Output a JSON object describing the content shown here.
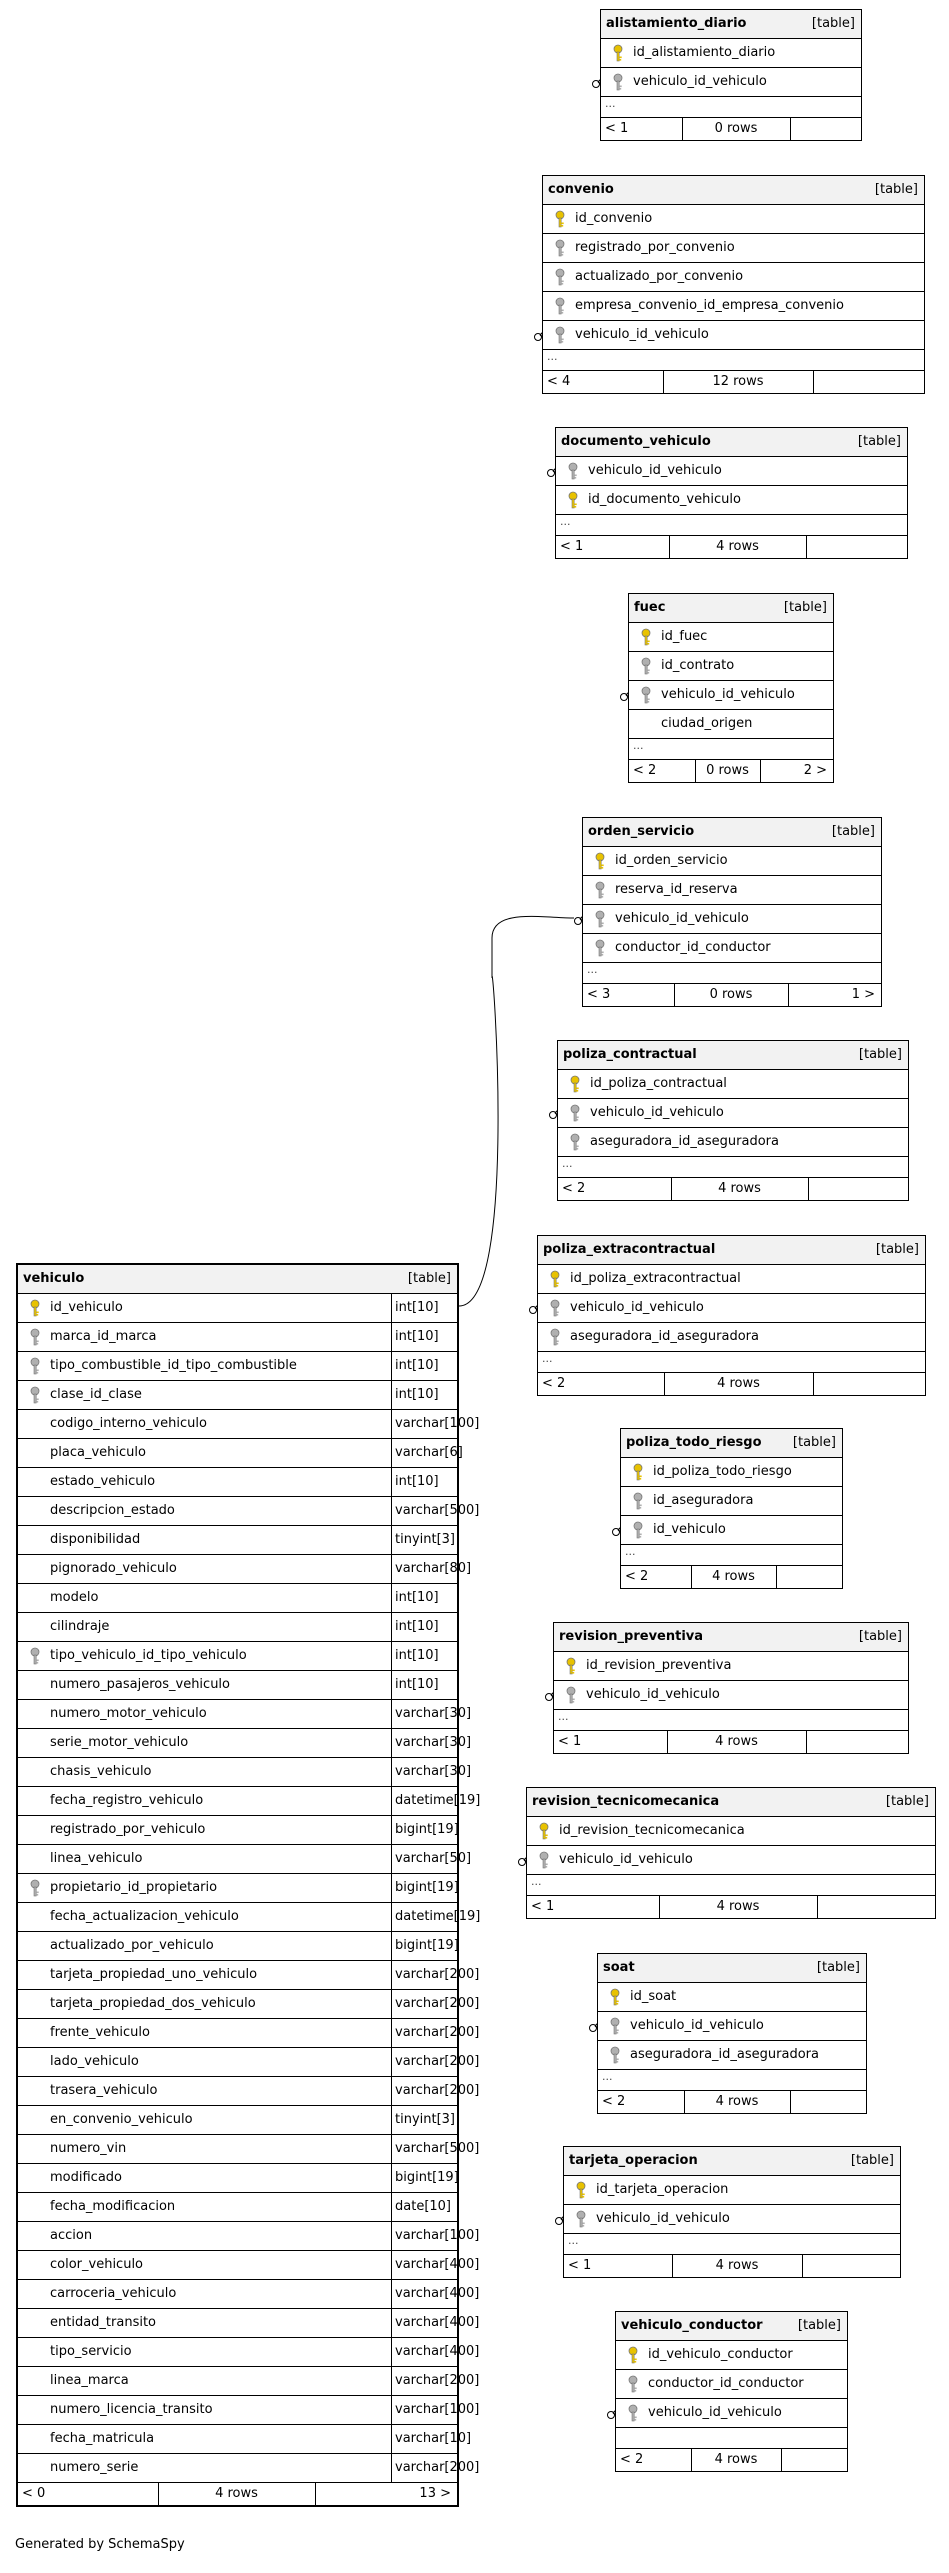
{
  "footer_text": "Generated by SchemaSpy",
  "icons": {
    "pk": "gold-key-icon",
    "fk": "gray-key-icon",
    "ref": "crowfoot-connector-icon"
  },
  "main_table": {
    "name": "vehiculo",
    "type": "[table]",
    "columns": [
      {
        "name": "id_vehiculo",
        "dtype": "int[10]",
        "key": "pk"
      },
      {
        "name": "marca_id_marca",
        "dtype": "int[10]",
        "key": "fk"
      },
      {
        "name": "tipo_combustible_id_tipo_combustible",
        "dtype": "int[10]",
        "key": "fk"
      },
      {
        "name": "clase_id_clase",
        "dtype": "int[10]",
        "key": "fk"
      },
      {
        "name": "codigo_interno_vehiculo",
        "dtype": "varchar[100]",
        "key": ""
      },
      {
        "name": "placa_vehiculo",
        "dtype": "varchar[6]",
        "key": ""
      },
      {
        "name": "estado_vehiculo",
        "dtype": "int[10]",
        "key": ""
      },
      {
        "name": "descripcion_estado",
        "dtype": "varchar[500]",
        "key": ""
      },
      {
        "name": "disponibilidad",
        "dtype": "tinyint[3]",
        "key": ""
      },
      {
        "name": "pignorado_vehiculo",
        "dtype": "varchar[80]",
        "key": ""
      },
      {
        "name": "modelo",
        "dtype": "int[10]",
        "key": ""
      },
      {
        "name": "cilindraje",
        "dtype": "int[10]",
        "key": ""
      },
      {
        "name": "tipo_vehiculo_id_tipo_vehiculo",
        "dtype": "int[10]",
        "key": "fk"
      },
      {
        "name": "numero_pasajeros_vehiculo",
        "dtype": "int[10]",
        "key": ""
      },
      {
        "name": "numero_motor_vehiculo",
        "dtype": "varchar[30]",
        "key": ""
      },
      {
        "name": "serie_motor_vehiculo",
        "dtype": "varchar[30]",
        "key": ""
      },
      {
        "name": "chasis_vehiculo",
        "dtype": "varchar[30]",
        "key": ""
      },
      {
        "name": "fecha_registro_vehiculo",
        "dtype": "datetime[19]",
        "key": ""
      },
      {
        "name": "registrado_por_vehiculo",
        "dtype": "bigint[19]",
        "key": ""
      },
      {
        "name": "linea_vehiculo",
        "dtype": "varchar[50]",
        "key": ""
      },
      {
        "name": "propietario_id_propietario",
        "dtype": "bigint[19]",
        "key": "fk"
      },
      {
        "name": "fecha_actualizacion_vehiculo",
        "dtype": "datetime[19]",
        "key": ""
      },
      {
        "name": "actualizado_por_vehiculo",
        "dtype": "bigint[19]",
        "key": ""
      },
      {
        "name": "tarjeta_propiedad_uno_vehiculo",
        "dtype": "varchar[200]",
        "key": ""
      },
      {
        "name": "tarjeta_propiedad_dos_vehiculo",
        "dtype": "varchar[200]",
        "key": ""
      },
      {
        "name": "frente_vehiculo",
        "dtype": "varchar[200]",
        "key": ""
      },
      {
        "name": "lado_vehiculo",
        "dtype": "varchar[200]",
        "key": ""
      },
      {
        "name": "trasera_vehiculo",
        "dtype": "varchar[200]",
        "key": ""
      },
      {
        "name": "en_convenio_vehiculo",
        "dtype": "tinyint[3]",
        "key": ""
      },
      {
        "name": "numero_vin",
        "dtype": "varchar[500]",
        "key": ""
      },
      {
        "name": "modificado",
        "dtype": "bigint[19]",
        "key": ""
      },
      {
        "name": "fecha_modificacion",
        "dtype": "date[10]",
        "key": ""
      },
      {
        "name": "accion",
        "dtype": "varchar[100]",
        "key": ""
      },
      {
        "name": "color_vehiculo",
        "dtype": "varchar[400]",
        "key": ""
      },
      {
        "name": "carroceria_vehiculo",
        "dtype": "varchar[400]",
        "key": ""
      },
      {
        "name": "entidad_transito",
        "dtype": "varchar[400]",
        "key": ""
      },
      {
        "name": "tipo_servicio",
        "dtype": "varchar[400]",
        "key": ""
      },
      {
        "name": "linea_marca",
        "dtype": "varchar[200]",
        "key": ""
      },
      {
        "name": "numero_licencia_transito",
        "dtype": "varchar[100]",
        "key": ""
      },
      {
        "name": "fecha_matricula",
        "dtype": "varchar[10]",
        "key": ""
      },
      {
        "name": "numero_serie",
        "dtype": "varchar[200]",
        "key": ""
      }
    ],
    "footer": {
      "left": "< 0",
      "mid": "4 rows",
      "right": "13 >"
    }
  },
  "tables": [
    {
      "name": "alistamiento_diario",
      "type": "[table]",
      "columns": [
        {
          "name": "id_alistamiento_diario",
          "key": "pk"
        },
        {
          "name": "vehiculo_id_vehiculo",
          "key": "fk"
        }
      ],
      "dots": "...",
      "footer": {
        "left": "< 1",
        "mid": "0 rows",
        "right": ""
      }
    },
    {
      "name": "convenio",
      "type": "[table]",
      "columns": [
        {
          "name": "id_convenio",
          "key": "pk"
        },
        {
          "name": "registrado_por_convenio",
          "key": "fk"
        },
        {
          "name": "actualizado_por_convenio",
          "key": "fk"
        },
        {
          "name": "empresa_convenio_id_empresa_convenio",
          "key": "fk"
        },
        {
          "name": "vehiculo_id_vehiculo",
          "key": "fk"
        }
      ],
      "dots": "...",
      "footer": {
        "left": "< 4",
        "mid": "12 rows",
        "right": ""
      }
    },
    {
      "name": "documento_vehiculo",
      "type": "[table]",
      "columns": [
        {
          "name": "vehiculo_id_vehiculo",
          "key": "fk"
        },
        {
          "name": "id_documento_vehiculo",
          "key": "pk"
        }
      ],
      "dots": "...",
      "footer": {
        "left": "< 1",
        "mid": "4 rows",
        "right": ""
      }
    },
    {
      "name": "fuec",
      "type": "[table]",
      "columns": [
        {
          "name": "id_fuec",
          "key": "pk"
        },
        {
          "name": "id_contrato",
          "key": "fk"
        },
        {
          "name": "vehiculo_id_vehiculo",
          "key": "fk"
        },
        {
          "name": "ciudad_origen",
          "key": ""
        }
      ],
      "dots": "...",
      "footer": {
        "left": "< 2",
        "mid": "0 rows",
        "right": "2 >"
      }
    },
    {
      "name": "orden_servicio",
      "type": "[table]",
      "columns": [
        {
          "name": "id_orden_servicio",
          "key": "pk"
        },
        {
          "name": "reserva_id_reserva",
          "key": "fk"
        },
        {
          "name": "vehiculo_id_vehiculo",
          "key": "fk"
        },
        {
          "name": "conductor_id_conductor",
          "key": "fk"
        }
      ],
      "dots": "...",
      "footer": {
        "left": "< 3",
        "mid": "0 rows",
        "right": "1 >"
      }
    },
    {
      "name": "poliza_contractual",
      "type": "[table]",
      "columns": [
        {
          "name": "id_poliza_contractual",
          "key": "pk"
        },
        {
          "name": "vehiculo_id_vehiculo",
          "key": "fk"
        },
        {
          "name": "aseguradora_id_aseguradora",
          "key": "fk"
        }
      ],
      "dots": "...",
      "footer": {
        "left": "< 2",
        "mid": "4 rows",
        "right": ""
      }
    },
    {
      "name": "poliza_extracontractual",
      "type": "[table]",
      "columns": [
        {
          "name": "id_poliza_extracontractual",
          "key": "pk"
        },
        {
          "name": "vehiculo_id_vehiculo",
          "key": "fk"
        },
        {
          "name": "aseguradora_id_aseguradora",
          "key": "fk"
        }
      ],
      "dots": "...",
      "footer": {
        "left": "< 2",
        "mid": "4 rows",
        "right": ""
      }
    },
    {
      "name": "poliza_todo_riesgo",
      "type": "[table]",
      "columns": [
        {
          "name": "id_poliza_todo_riesgo",
          "key": "pk"
        },
        {
          "name": "id_aseguradora",
          "key": "fk"
        },
        {
          "name": "id_vehiculo",
          "key": "fk"
        }
      ],
      "dots": "...",
      "footer": {
        "left": "< 2",
        "mid": "4 rows",
        "right": ""
      }
    },
    {
      "name": "revision_preventiva",
      "type": "[table]",
      "columns": [
        {
          "name": "id_revision_preventiva",
          "key": "pk"
        },
        {
          "name": "vehiculo_id_vehiculo",
          "key": "fk"
        }
      ],
      "dots": "...",
      "footer": {
        "left": "< 1",
        "mid": "4 rows",
        "right": ""
      }
    },
    {
      "name": "revision_tecnicomecanica",
      "type": "[table]",
      "columns": [
        {
          "name": "id_revision_tecnicomecanica",
          "key": "pk"
        },
        {
          "name": "vehiculo_id_vehiculo",
          "key": "fk"
        }
      ],
      "dots": "...",
      "footer": {
        "left": "< 1",
        "mid": "4 rows",
        "right": ""
      }
    },
    {
      "name": "soat",
      "type": "[table]",
      "columns": [
        {
          "name": "id_soat",
          "key": "pk"
        },
        {
          "name": "vehiculo_id_vehiculo",
          "key": "fk"
        },
        {
          "name": "aseguradora_id_aseguradora",
          "key": "fk"
        }
      ],
      "dots": "...",
      "footer": {
        "left": "< 2",
        "mid": "4 rows",
        "right": ""
      }
    },
    {
      "name": "tarjeta_operacion",
      "type": "[table]",
      "columns": [
        {
          "name": "id_tarjeta_operacion",
          "key": "pk"
        },
        {
          "name": "vehiculo_id_vehiculo",
          "key": "fk"
        }
      ],
      "dots": "...",
      "footer": {
        "left": "< 1",
        "mid": "4 rows",
        "right": ""
      }
    },
    {
      "name": "vehiculo_conductor",
      "type": "[table]",
      "columns": [
        {
          "name": "id_vehiculo_conductor",
          "key": "pk"
        },
        {
          "name": "conductor_id_conductor",
          "key": "fk"
        },
        {
          "name": "vehiculo_id_vehiculo",
          "key": "fk"
        }
      ],
      "dots": "",
      "footer": {
        "left": "< 2",
        "mid": "4 rows",
        "right": ""
      }
    }
  ]
}
